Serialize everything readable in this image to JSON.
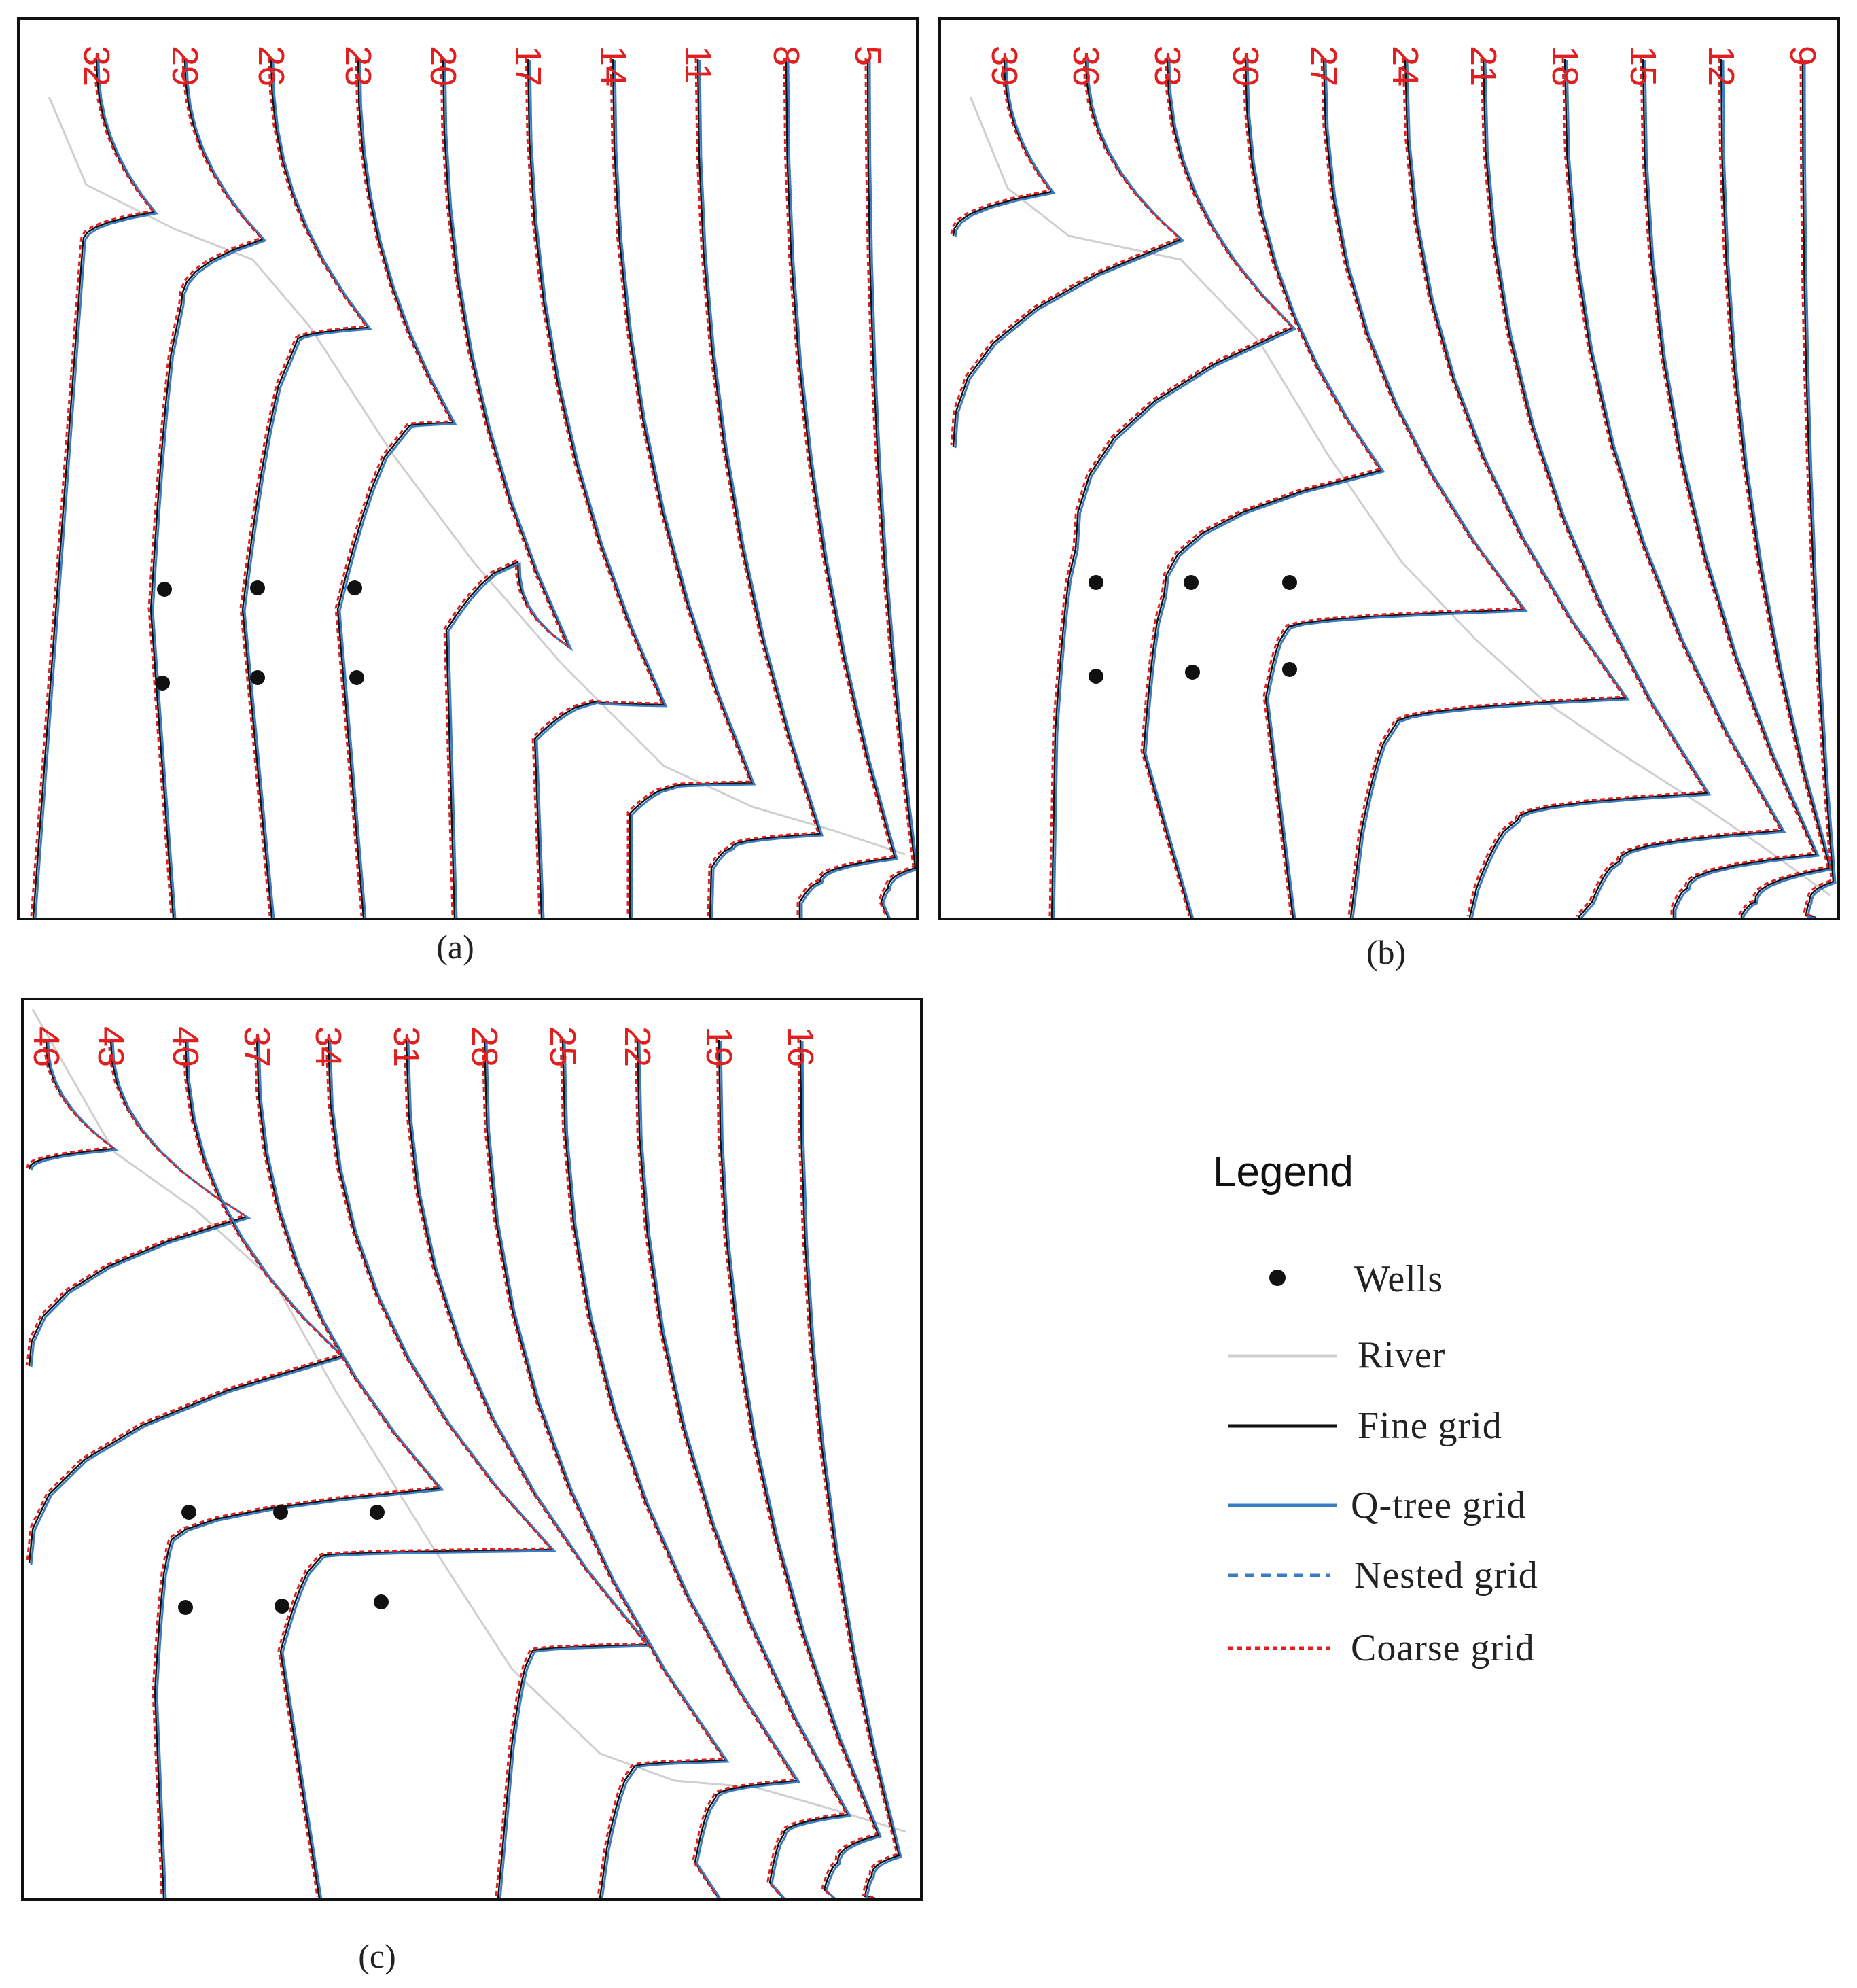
{
  "panels": [
    {
      "id": "a",
      "caption": "(a)",
      "contour_labels": [
        "32",
        "29",
        "26",
        "23",
        "20",
        "17",
        "14",
        "11",
        "8",
        "5"
      ]
    },
    {
      "id": "b",
      "caption": "(b)",
      "contour_labels": [
        "39",
        "36",
        "33",
        "30",
        "27",
        "24",
        "21",
        "18",
        "15",
        "12",
        "9"
      ]
    },
    {
      "id": "c",
      "caption": "(c)",
      "contour_labels": [
        "46",
        "43",
        "40",
        "37",
        "34",
        "31",
        "28",
        "25",
        "22",
        "19",
        "16"
      ]
    }
  ],
  "legend": {
    "title": "Legend",
    "items": [
      {
        "key": "wells",
        "label": "Wells",
        "symbol": "dot",
        "color": "#111111"
      },
      {
        "key": "river",
        "label": "River",
        "symbol": "line",
        "color": "#cfcfcf"
      },
      {
        "key": "fine",
        "label": "Fine grid",
        "symbol": "line",
        "color": "#111111"
      },
      {
        "key": "qtree",
        "label": "Q-tree grid",
        "symbol": "line",
        "color": "#3a7cc4"
      },
      {
        "key": "nested",
        "label": "Nested grid",
        "symbol": "dash",
        "color": "#3a7cc4"
      },
      {
        "key": "coarse",
        "label": "Coarse grid",
        "symbol": "dot-dash",
        "color": "#e02020"
      }
    ]
  },
  "colors": {
    "frame": "#111111",
    "river": "#cfcfcf",
    "fine": "#111111",
    "qtree": "#3a7cc4",
    "coarse": "#e02020",
    "label": "#e02020"
  }
}
